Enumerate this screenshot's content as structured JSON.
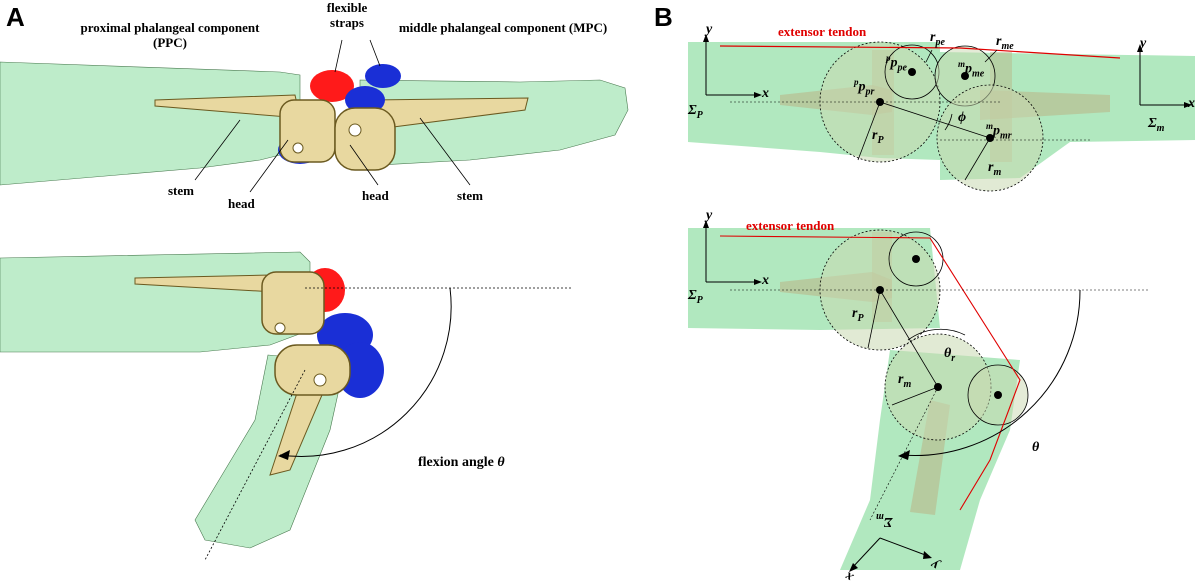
{
  "panelA": {
    "label": "A",
    "ppc_label": "proximal phalangeal component (PPC)",
    "mpc_label": "middle phalangeal component (MPC)",
    "straps_label": "flexible straps",
    "stem": "stem",
    "head": "head",
    "flexion_label": "flexion angle",
    "theta": "θ"
  },
  "panelB": {
    "label": "B",
    "extensor": "extensor tendon",
    "x": "x",
    "y": "y",
    "sigma": "Σ",
    "sub_p": "P",
    "sub_m": "m",
    "r": "r",
    "p": "p",
    "sub_pe": "pe",
    "sub_me": "me",
    "sub_pr": "pr",
    "sub_mr": "mr",
    "phi": "ϕ",
    "theta": "θ",
    "sub_r": "r",
    "sup_p": "p",
    "sup_m": "m"
  },
  "colors": {
    "bone": "#a8e6b8",
    "tendon": "#e00000",
    "strapRed": "#ff1a1a",
    "strapBlue": "#1a2fd6",
    "implant": "#e8d8a0"
  }
}
